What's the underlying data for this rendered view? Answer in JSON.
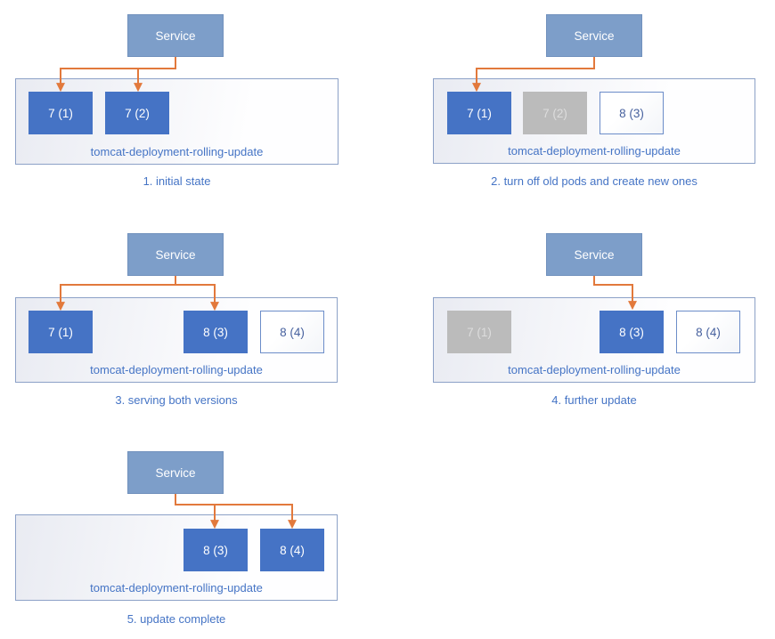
{
  "colors": {
    "service_fill": "#7D9EC9",
    "service_border": "#7191BD",
    "pod_running_fill": "#4573C5",
    "pod_running_text": "#FFFFFF",
    "pod_stopped_fill": "#BBBBBB",
    "pod_stopped_text": "#DDDDDD",
    "pod_new_border": "#6C8DC9",
    "pod_new_text": "#47619E",
    "container_border": "#8CA1C7",
    "container_fill_left": "#E9EBF2",
    "container_fill_right": "#FEFEFF",
    "arrow": "#E2793C",
    "deployment_text": "#4574C5",
    "caption_text": "#4574C5"
  },
  "panels": [
    {
      "service_label": "Service",
      "deployment_label": "tomcat-deployment-rolling-update",
      "caption": "1. initial state",
      "pods": [
        {
          "label": "7 (1)",
          "state": "running"
        },
        {
          "label": "7 (2)",
          "state": "running"
        }
      ]
    },
    {
      "service_label": "Service",
      "deployment_label": "tomcat-deployment-rolling-update",
      "caption": "2. turn off old pods and create new ones",
      "pods": [
        {
          "label": "7 (1)",
          "state": "running"
        },
        {
          "label": "7 (2)",
          "state": "stopped"
        },
        {
          "label": "8 (3)",
          "state": "new"
        }
      ]
    },
    {
      "service_label": "Service",
      "deployment_label": "tomcat-deployment-rolling-update",
      "caption": "3. serving both versions",
      "pods": [
        {
          "label": "7 (1)",
          "state": "running"
        },
        {
          "label": "8 (3)",
          "state": "running"
        },
        {
          "label": "8 (4)",
          "state": "new"
        }
      ]
    },
    {
      "service_label": "Service",
      "deployment_label": "tomcat-deployment-rolling-update",
      "caption": "4. further update",
      "pods": [
        {
          "label": "7 (1)",
          "state": "stopped"
        },
        {
          "label": "8 (3)",
          "state": "running"
        },
        {
          "label": "8 (4)",
          "state": "new"
        }
      ]
    },
    {
      "service_label": "Service",
      "deployment_label": "tomcat-deployment-rolling-update",
      "caption": "5. update complete",
      "pods": [
        {
          "label": "8 (3)",
          "state": "running"
        },
        {
          "label": "8 (4)",
          "state": "running"
        }
      ]
    }
  ]
}
